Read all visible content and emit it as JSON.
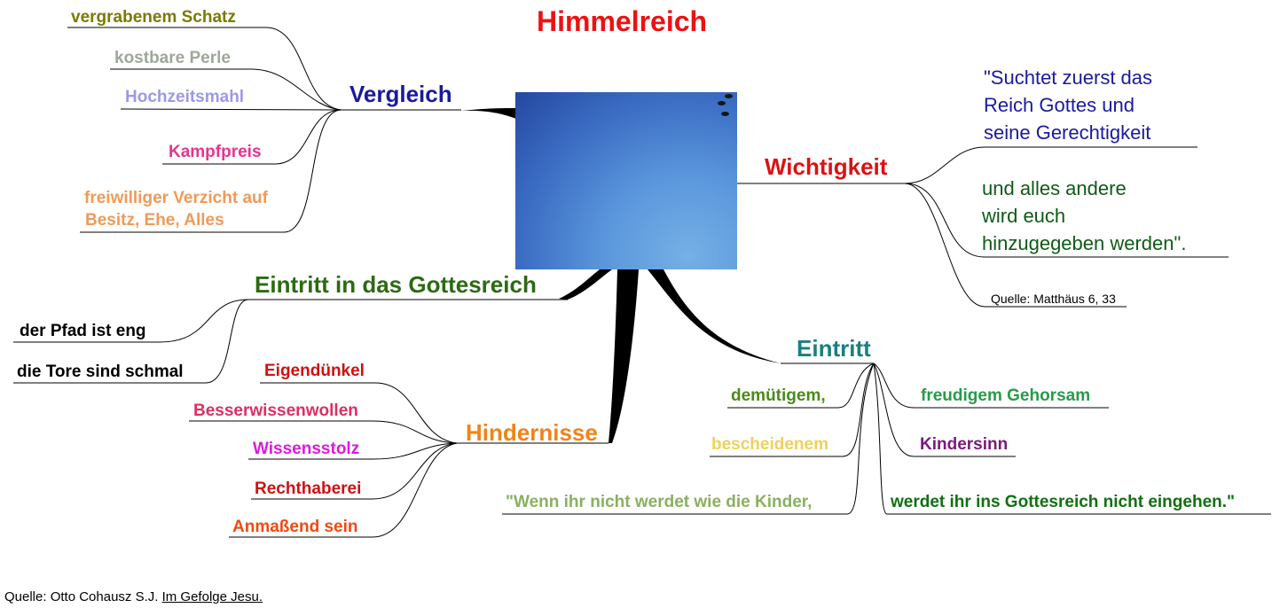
{
  "title": "Himmelreich",
  "branches": {
    "vergleich": {
      "label": "Vergleich",
      "items": [
        "vergrabenem Schatz",
        "kostbare Perle",
        "Hochzeitsmahl",
        "Kampfpreis",
        "freiwilliger Verzicht auf",
        "Besitz, Ehe, Alles"
      ]
    },
    "wichtigkeit": {
      "label": "Wichtigkeit",
      "quote": [
        "\"Suchtet zuerst  das",
        "Reich Gottes und",
        "seine Gerechtigkeit"
      ],
      "answer": [
        "und alles andere",
        "wird euch",
        "hinzugegeben werden\"."
      ],
      "source": "Quelle: Matthäus 6, 33"
    },
    "eintritt_reich": {
      "label": "Eintritt in das Gottesreich",
      "items": [
        "der Pfad ist eng",
        "die Tore sind schmal"
      ]
    },
    "hindernisse": {
      "label": "Hindernisse",
      "items": [
        "Eigendünkel",
        "Besserwissenwollen",
        "Wissensstolz",
        "Rechthaberei",
        "Anmaßend sein"
      ]
    },
    "eintritt": {
      "label": "Eintritt",
      "items": [
        "demütigem,",
        "freudigem Gehorsam",
        "bescheidenem",
        "Kindersinn",
        "\"Wenn ihr nicht werdet wie die Kinder,",
        "werdet ihr ins Gottesreich nicht eingehen.\""
      ]
    }
  },
  "footer": {
    "prefix": "Quelle: Otto Cohausz S.J. ",
    "book": "Im Gefolge Jesu."
  },
  "colors": {
    "title": "#ee1111",
    "vergleich": "#1a1a9c",
    "wichtigkeit": "#dd1111",
    "quote": "#1a1aa0",
    "answer": "#0f5a16",
    "eintritt_reich": "#2d6a12",
    "hindernisse": "#f08418",
    "eintritt": "#1a8080",
    "schatz": "#7a7a00",
    "perle": "#9ea89a",
    "hochzeit": "#9a9ae8",
    "kampf": "#e8348c",
    "verzicht": "#f09a5a",
    "eigend": "#d01010",
    "besser": "#dc3060",
    "wissen": "#e018e0",
    "recht": "#d01010",
    "anmass": "#f04a10",
    "demut": "#4a8a1a",
    "freude": "#2a9a4a",
    "beschei": "#f0d060",
    "kinder": "#7a1a7a",
    "wenn": "#8ab060",
    "werdet": "#107010"
  },
  "image": "sky-photo"
}
